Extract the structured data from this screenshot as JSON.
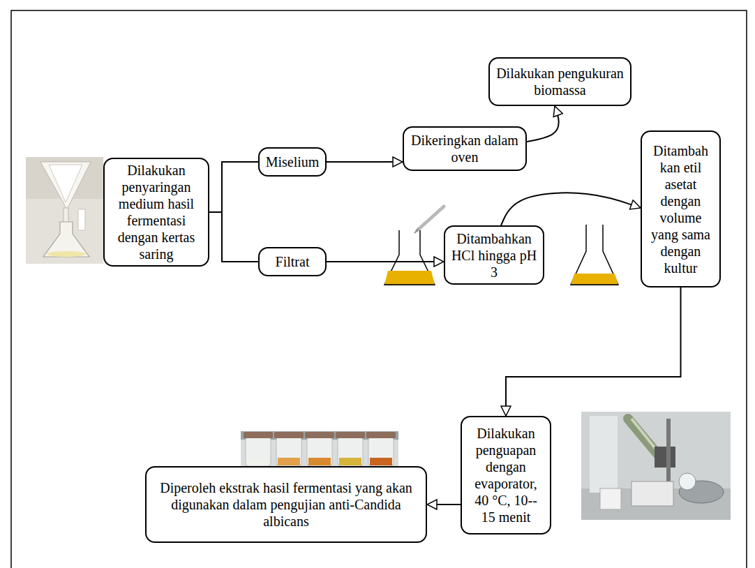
{
  "diagram": {
    "nodes": [
      {
        "text": [
          "Dilakukan penyaringan medium hasil fermentasi dengan kertas saring"
        ]
      },
      {
        "text": [
          "Miselium"
        ]
      },
      {
        "text": [
          "Filtrat"
        ]
      },
      {
        "text": [
          "Dikeringkan dalam oven"
        ]
      },
      {
        "text": [
          "Dilakukan pengukuran biomassa"
        ]
      },
      {
        "text": [
          "Ditambahkan HCl hingga pH 3"
        ]
      },
      {
        "text": [
          "Ditambah kan etil asetat dengan volume yang sama dengan kultur"
        ]
      },
      {
        "text": [
          "Dilakukan penguapan dengan evaporator, 40 °C, 10-- 15 menit"
        ]
      },
      {
        "text": [
          "Diperoleh ekstrak hasil fermentasi yang akan digunakan dalam pengujian anti-Candida albicans"
        ]
      }
    ],
    "edges": [
      {
        "from": 0,
        "to": 1,
        "arrow": "none"
      },
      {
        "from": 0,
        "to": 2,
        "arrow": "none"
      },
      {
        "from": 1,
        "to": 3,
        "arrow": "to"
      },
      {
        "from": 2,
        "to": 5,
        "arrow": "to"
      },
      {
        "from": 5,
        "to": 6,
        "arrow": "to"
      },
      {
        "from": 6,
        "to": 7,
        "arrow": "to"
      },
      {
        "from": 7,
        "to": 8,
        "arrow": "to"
      },
      {
        "from": 3,
        "to": 4,
        "arrow": "to"
      }
    ]
  }
}
